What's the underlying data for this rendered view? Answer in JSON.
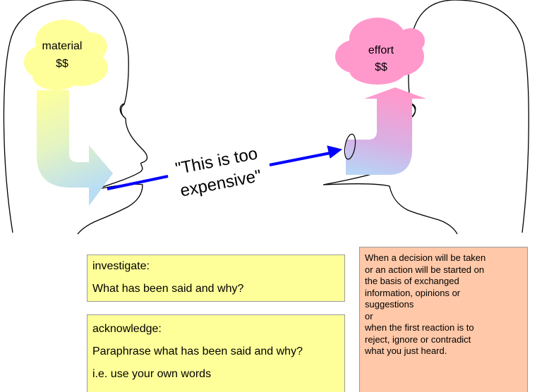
{
  "diagram": {
    "left_head": {
      "cloud_label": "material",
      "cloud_value": "$$"
    },
    "right_head": {
      "cloud_label": "effort",
      "cloud_value": "$$"
    },
    "speech_line1": "\"This is too",
    "speech_line2": "expensive\"",
    "colors": {
      "material_cloud": "#ffff99",
      "effort_cloud": "#ff99cc",
      "arrow_line": "#0000ff",
      "head_outline": "#000000"
    }
  },
  "investigate_box": {
    "title": "investigate:",
    "text": "What has been said and why?",
    "color": "#ffff99"
  },
  "acknowledge_box": {
    "title": "acknowledge:",
    "text": "Paraphrase what has been said and why?",
    "note": "i.e. use your own words",
    "color": "#ffff99"
  },
  "when_box": {
    "lines": [
      "When a decision will be taken",
      "or an action will be started on",
      "the basis of exchanged",
      "information, opinions or",
      "suggestions",
      "or",
      "when the first reaction is to",
      "reject, ignore or contradict",
      "what you just heard."
    ],
    "color": "#ffc8a8"
  }
}
